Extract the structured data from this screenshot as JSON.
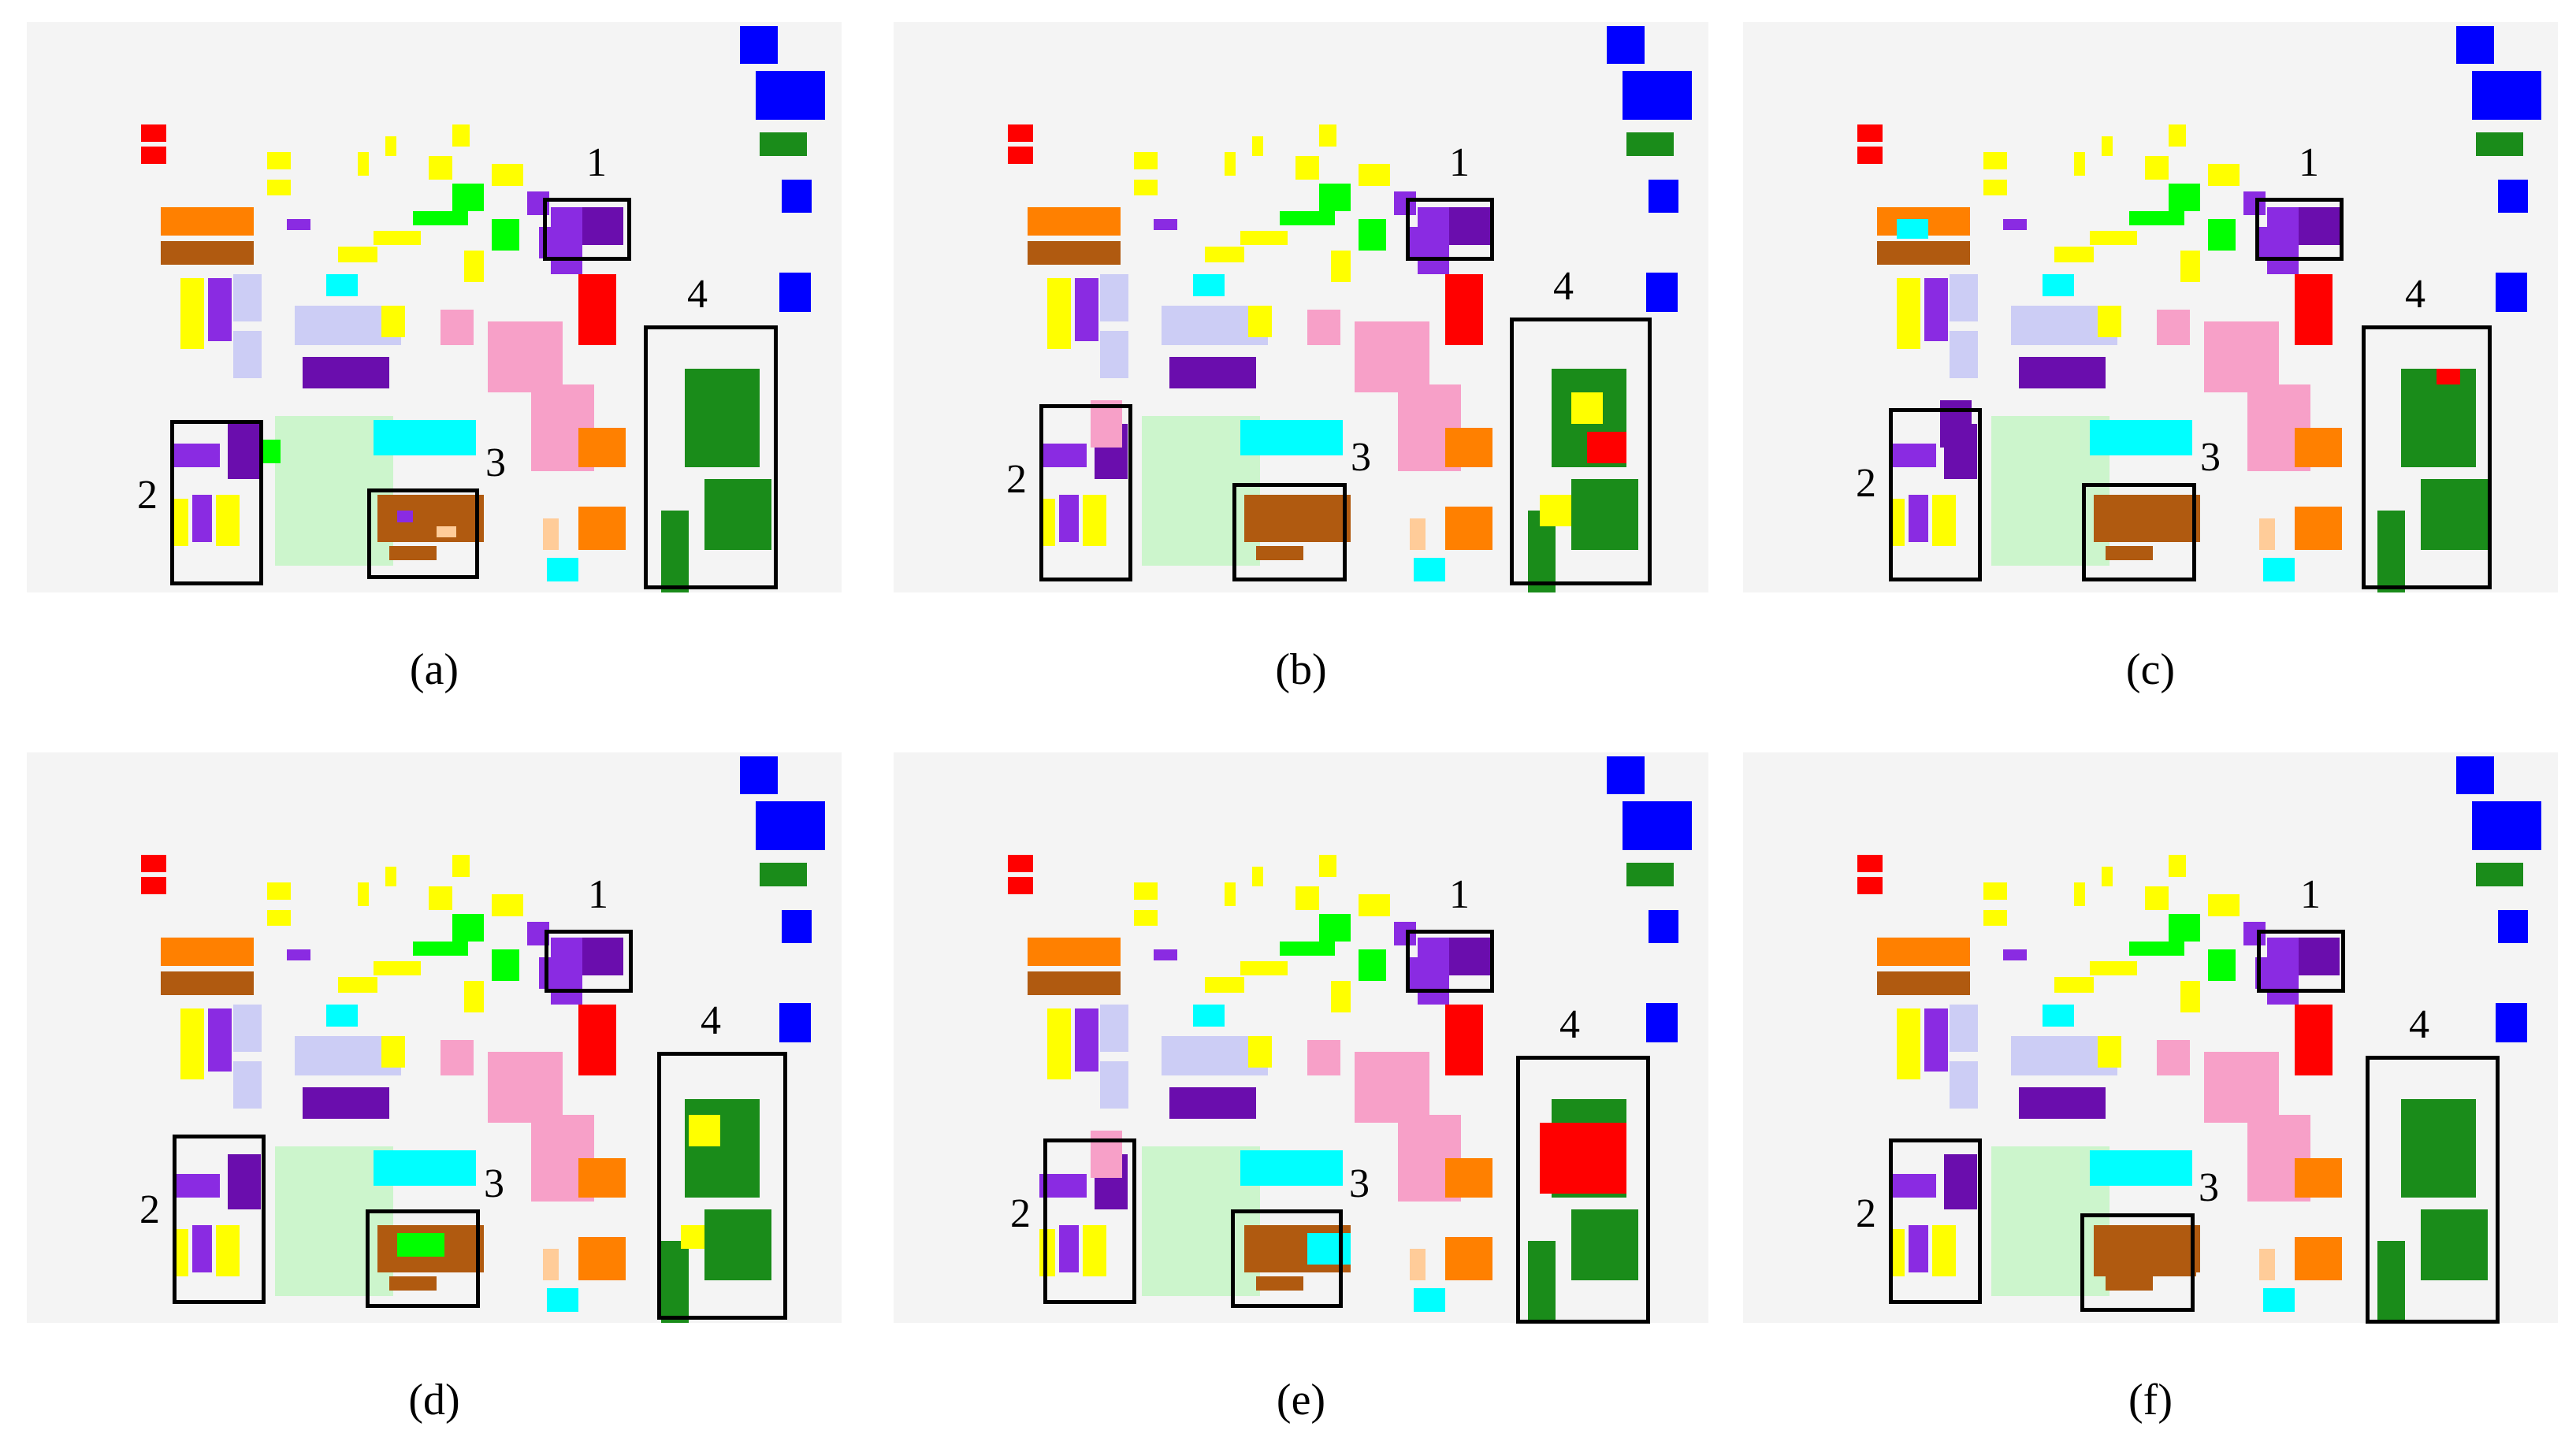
{
  "figure": {
    "panels": [
      {
        "id": "a",
        "caption": "(a)"
      },
      {
        "id": "b",
        "caption": "(b)"
      },
      {
        "id": "c",
        "caption": "(c)"
      },
      {
        "id": "d",
        "caption": "(d)"
      },
      {
        "id": "e",
        "caption": "(e)"
      },
      {
        "id": "f",
        "caption": "(f)"
      }
    ],
    "region_labels": [
      "1",
      "2",
      "3",
      "4"
    ],
    "colors": {
      "background": "#f4f4f4",
      "red": "#ff0000",
      "yellow": "#ffff00",
      "green": "#00ff00",
      "dark_green": "#1a8c1a",
      "blue": "#0000ff",
      "cyan": "#00ffff",
      "purple": "#8a2be2",
      "dark_purple": "#6a0dad",
      "orange": "#ff8000",
      "brown": "#b05a10",
      "pink": "#f7a0c8",
      "lavender": "#cccdf5",
      "pale_green": "#ccf5cc",
      "peach": "#ffcc99"
    }
  }
}
